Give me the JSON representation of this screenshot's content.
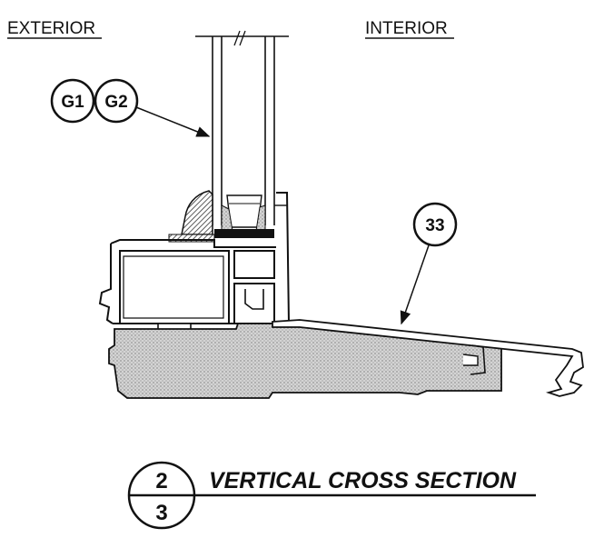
{
  "labels": {
    "exterior": "EXTERIOR",
    "interior": "INTERIOR"
  },
  "callouts": {
    "glazing_a": "G1",
    "glazing_b": "G2",
    "sill_cover": "33"
  },
  "section": {
    "title": "VERTICAL CROSS SECTION",
    "detail_number": "2",
    "sheet_number": "3"
  },
  "colors": {
    "line": "#111111",
    "hatch": "#8a8a8a",
    "fill": "#bdbdbd",
    "paper": "#ffffff"
  }
}
